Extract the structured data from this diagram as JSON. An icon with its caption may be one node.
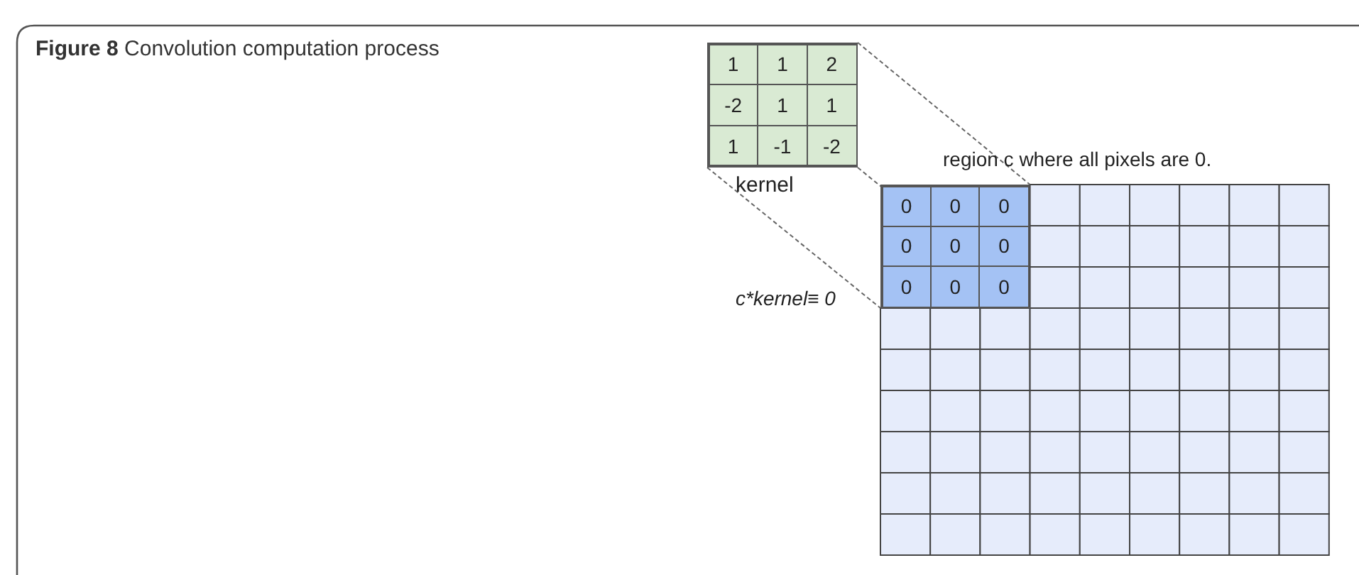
{
  "diagram": {
    "caption": "**Figure 8** Convolution computation process",
    "nodes": [
      {
        "text": [
          "1",
          "1",
          "2",
          "-2",
          "1",
          "1",
          "1",
          "-1",
          "-2"
        ],
        "beside": [
          "kernel"
        ]
      },
      {
        "text": [
          "0",
          "0",
          "0",
          "0",
          "0",
          "0",
          "0",
          "0",
          "0"
        ]
      }
    ],
    "edges": [
      {
        "from": 0,
        "to": 1,
        "arrow": "none",
        "style": "dashed"
      },
      {
        "from": 0,
        "to": 1,
        "arrow": "none",
        "style": "dashed"
      },
      {
        "from": 0,
        "to": 1,
        "arrow": "none",
        "style": "dashed"
      }
    ],
    "labels": [
      "region c where all pixels are 0.",
      "c*kernel≡ 0"
    ]
  }
}
